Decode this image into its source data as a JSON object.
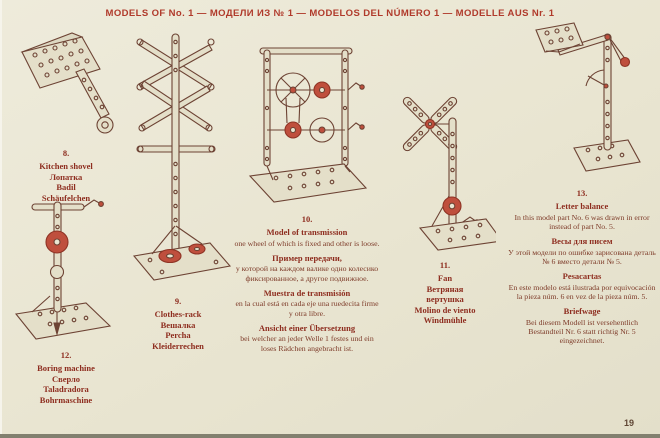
{
  "header": {
    "title": "MODELS OF No. 1 — МОДЕЛИ ИЗ № 1 — MODELOS DEL NÚMERO 1 — MODELLE AUS Nr. 1"
  },
  "page_number": "19",
  "figures": {
    "shovel": {
      "number": "8.",
      "names": [
        "Kitchen shovel",
        "Лопатка",
        "Badil",
        "Schäufelchen"
      ]
    },
    "rack": {
      "number": "9.",
      "names": [
        "Clothes-rack",
        "Вешалка",
        "Percha",
        "Kleiderrechen"
      ]
    },
    "transmission": {
      "number": "10.",
      "entries": [
        {
          "title": "Model of transmission",
          "body": "one wheel of which is fixed and other is loose."
        },
        {
          "title": "Пример передачи,",
          "body": "у которой на каждом валике одно колесико фиксированное, а другое подвижное."
        },
        {
          "title": "Muestra de transmisión",
          "body": "en la cual está en cada eje una ruedecita firme y otra libre."
        },
        {
          "title": "Ansicht einer Übersetzung",
          "body": "bei welcher an jeder Welle 1 festes und ein loses Rädchen angebracht ist."
        }
      ]
    },
    "fan": {
      "number": "11.",
      "names": [
        "Fan",
        "Ветряная",
        "вертушка",
        "Molino de viento",
        "Windmühle"
      ]
    },
    "boring": {
      "number": "12.",
      "names": [
        "Boring machine",
        "Сверло",
        "Taladradora",
        "Bohrmaschine"
      ]
    },
    "balance": {
      "number": "13.",
      "entries": [
        {
          "title": "Letter balance",
          "body": "In this model part No. 6 was drawn in error instead of part No. 5."
        },
        {
          "title": "Весы для писем",
          "body": "У этой модели по ошибке зарисована деталь № 6 вместо детали № 5."
        },
        {
          "title": "Pesacartas",
          "body": "En este modelo está ilustrada por equivocación la pieza núm. 6 en vez de la pieza núm. 5."
        },
        {
          "title": "Briefwage",
          "body": "Bei diesem Modell ist versehentlich Bestandteil Nr. 6 statt richtig Nr. 5 eingezeichnet."
        }
      ]
    }
  }
}
